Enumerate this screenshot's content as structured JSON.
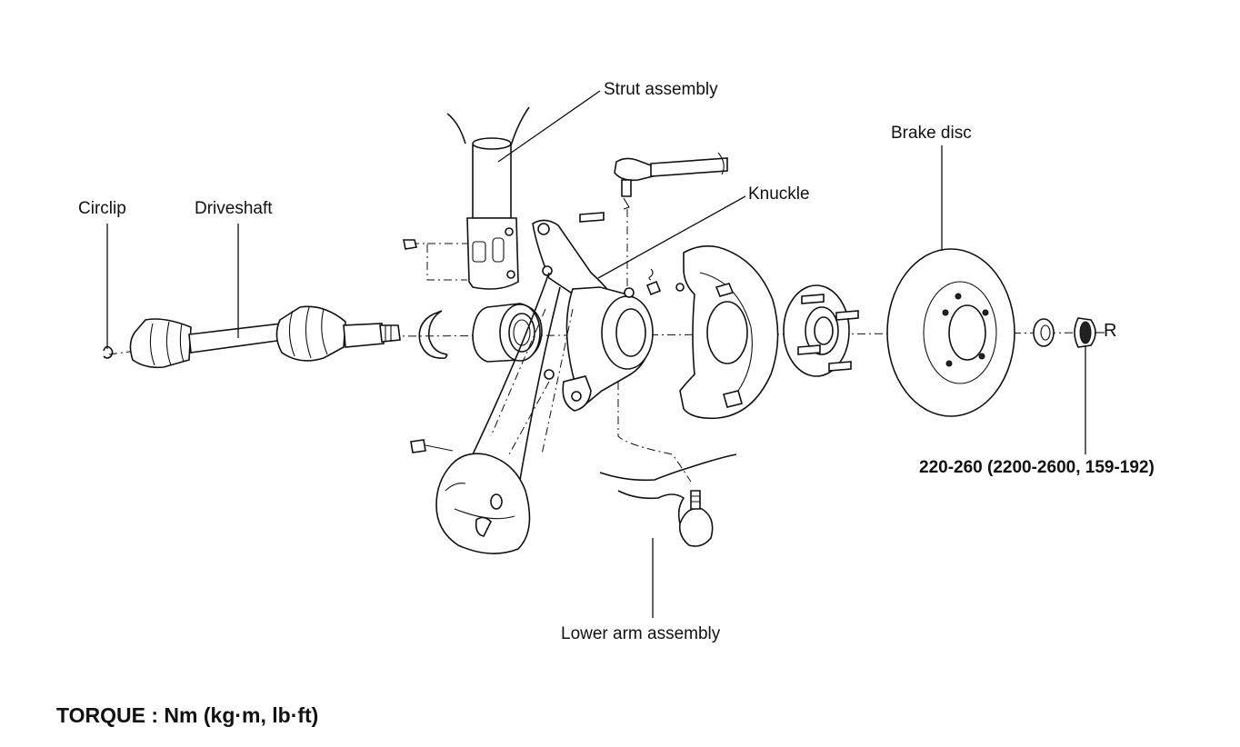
{
  "labels": {
    "strut": "Strut assembly",
    "brake_disc": "Brake disc",
    "knuckle": "Knuckle",
    "circlip": "Circlip",
    "driveshaft": "Driveshaft",
    "lower_arm": "Lower arm assembly"
  },
  "torque": {
    "value": "220-260 (2200-2600, 159-192)",
    "unit": "TORQUE : Nm (kg·m, lb·ft)"
  },
  "nut_mark": "R"
}
